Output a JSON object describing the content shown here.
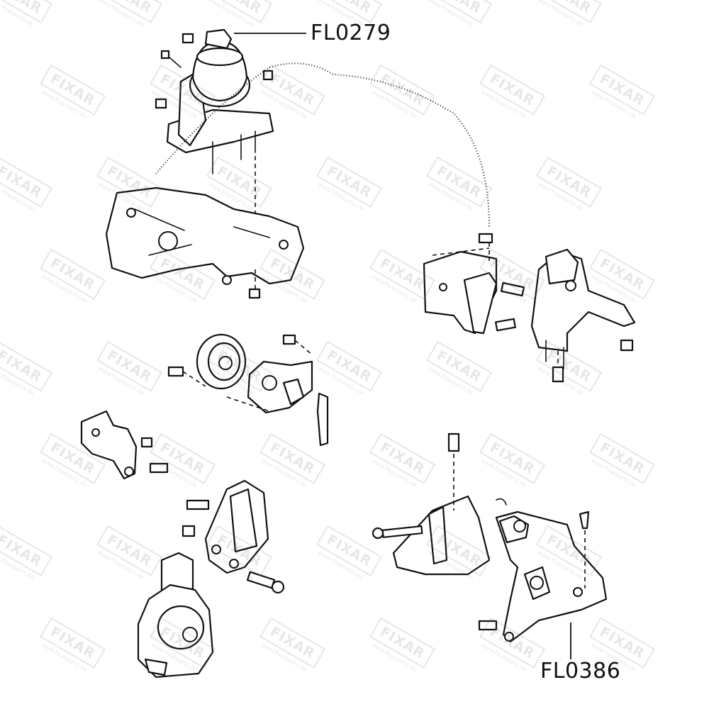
{
  "labels": {
    "top_part": "FL0279",
    "bottom_part": "FL0386"
  },
  "watermark": {
    "brand": "FIXAR",
    "url": "www.fixarparts.de"
  },
  "colors": {
    "ink": "#111111",
    "watermark": "#c8c8c8",
    "background": "#ffffff"
  }
}
